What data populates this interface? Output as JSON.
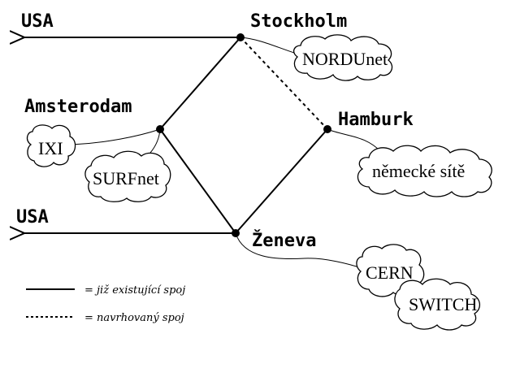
{
  "nodes": {
    "stockholm": "Stockholm",
    "amsterodam": "Amsterodam",
    "hamburk": "Hamburk",
    "zeneva": "Ženeva"
  },
  "external": {
    "usa_top": "USA",
    "usa_bottom": "USA"
  },
  "networks": {
    "nordunet": "NORDUnet",
    "ixi": "IXI",
    "surfnet": "SURFnet",
    "nemecke_site": "německé sítě",
    "cern": "CERN",
    "switch": "SWITCH"
  },
  "legend": {
    "existing": "= již existující spoj",
    "proposed": "= navrhovaný spoj"
  }
}
